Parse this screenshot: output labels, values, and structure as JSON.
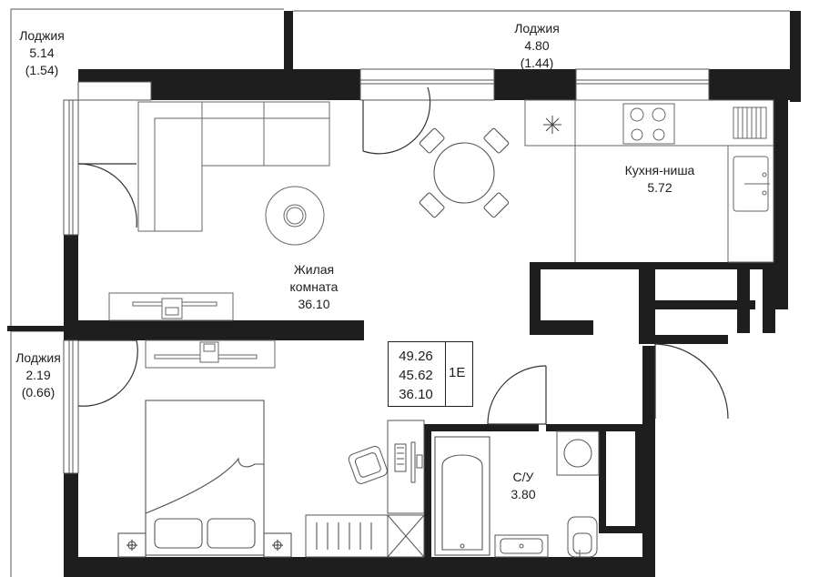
{
  "rooms": {
    "loggia_left_top": {
      "name": "Лоджия",
      "area": "5.14",
      "reduced": "(1.54)"
    },
    "loggia_top": {
      "name": "Лоджия",
      "area": "4.80",
      "reduced": "(1.44)"
    },
    "loggia_left_bottom": {
      "name": "Лоджия",
      "area": "2.19",
      "reduced": "(0.66)"
    },
    "kitchen": {
      "name": "Кухня-ниша",
      "area": "5.72"
    },
    "living": {
      "name_line1": "Жилая",
      "name_line2": "комната",
      "area": "36.10"
    },
    "bathroom": {
      "name": "С/У",
      "area": "3.80"
    }
  },
  "summary": {
    "total": "49.26",
    "without_loggias": "45.62",
    "living": "36.10",
    "code": "1Е"
  },
  "colors": {
    "wall": "#1e1e1e",
    "line": "#666666",
    "furniture_fill": "#ffffff"
  }
}
